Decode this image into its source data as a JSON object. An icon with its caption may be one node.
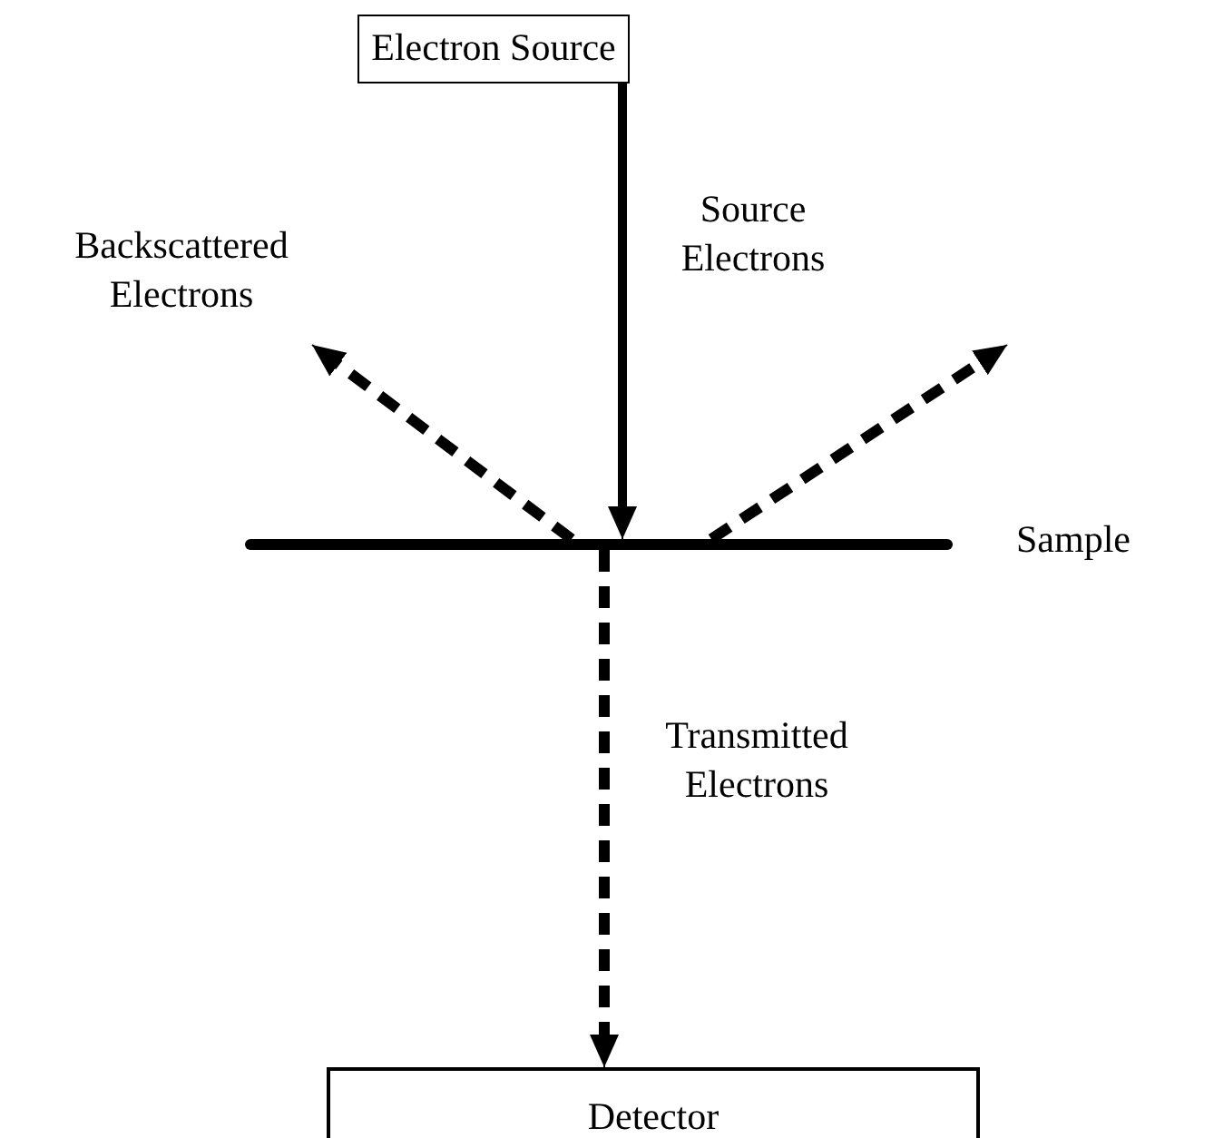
{
  "diagram": {
    "nodes": [
      {
        "text": [
          "Electron Source"
        ]
      },
      {
        "text": [],
        "shape": "bar",
        "beside": [
          "Sample"
        ]
      },
      {
        "text": [
          "Detector"
        ]
      }
    ],
    "edges": [
      {
        "from": 0,
        "to": 1,
        "arrow": "to",
        "label": "Source Electrons"
      },
      {
        "from": 1,
        "to": null,
        "arrow": "to",
        "style": "dashed",
        "label": "Backscattered Electrons"
      },
      {
        "from": 1,
        "to": null,
        "arrow": "to",
        "style": "dashed"
      },
      {
        "from": 1,
        "to": 2,
        "arrow": "to",
        "style": "dashed",
        "label": "Transmitted Electrons"
      }
    ]
  }
}
